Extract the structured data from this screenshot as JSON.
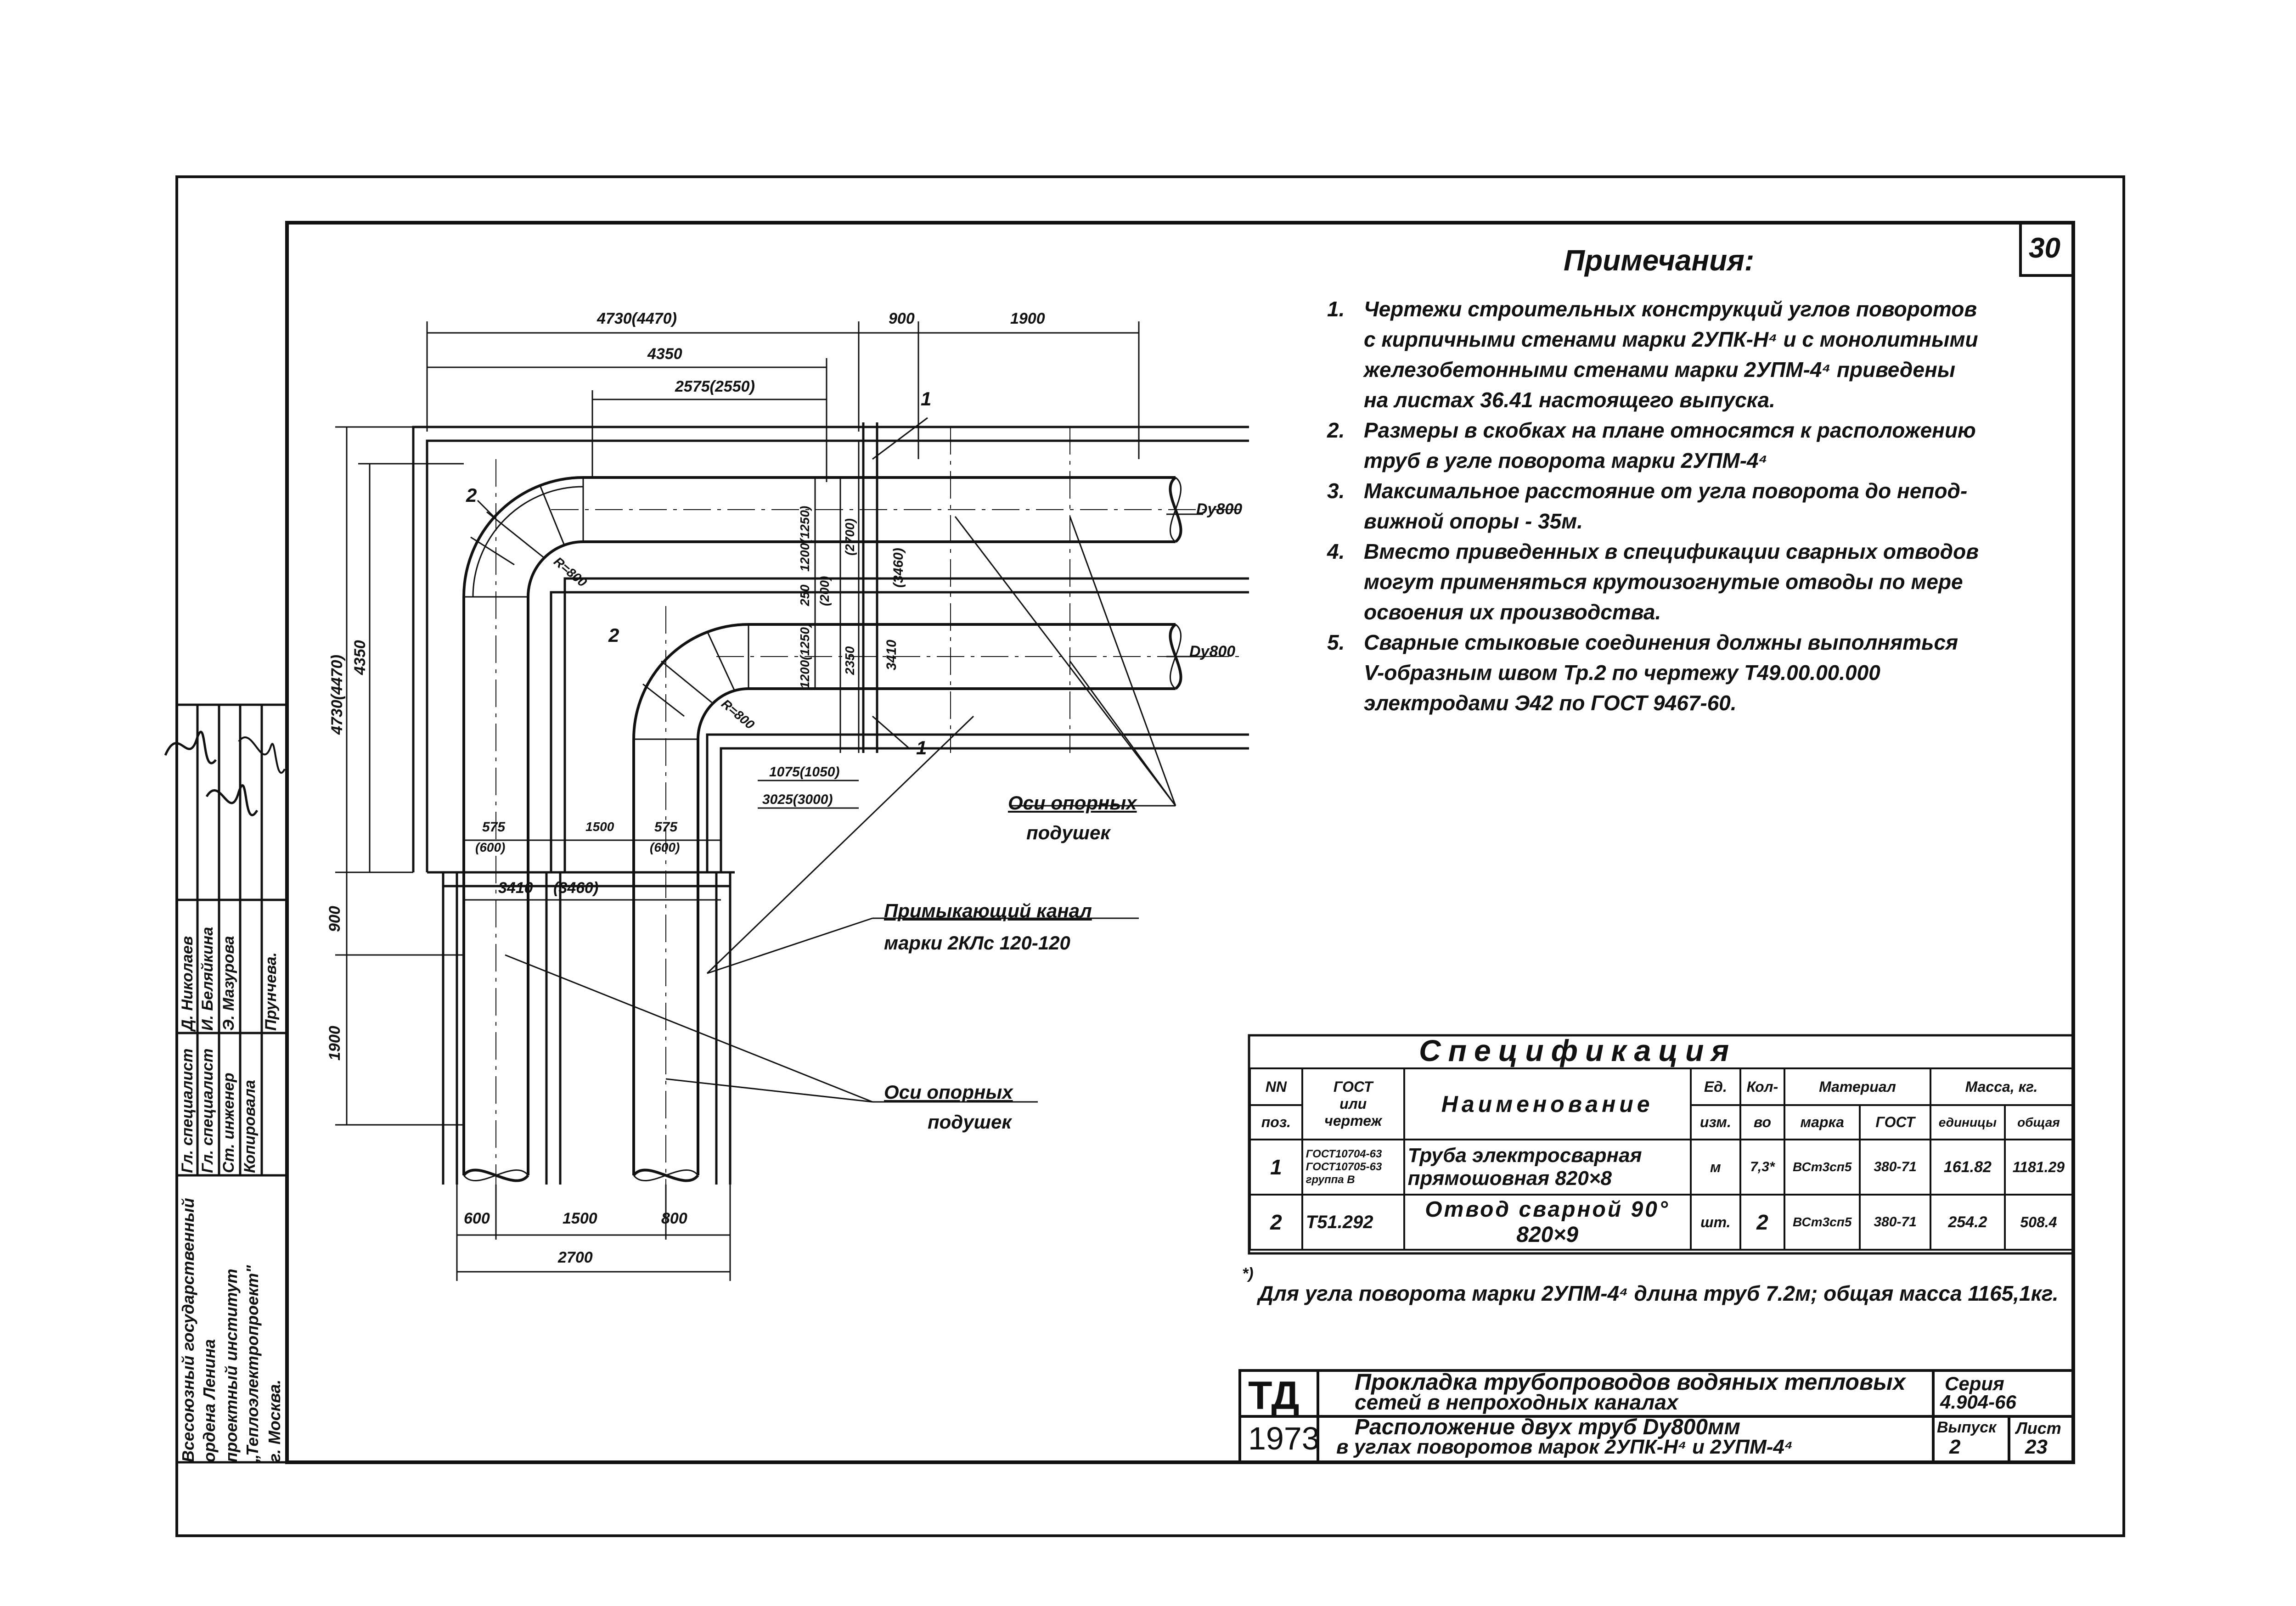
{
  "sheet_number": "30",
  "notes": {
    "title": "Примечания:",
    "items": [
      {
        "num": "1.",
        "lines": [
          "Чертежи строительных конструкций углов поворотов",
          "с кирпичными стенами марки 2УПК-Н⁴ и с монолитными",
          "железобетонными стенами марки 2УПМ-4⁴ приведены",
          "на листах 36.41 настоящего выпуска."
        ]
      },
      {
        "num": "2.",
        "lines": [
          "Размеры в скобках на плане относятся к расположению",
          "труб в угле поворота марки 2УПМ-4⁴"
        ]
      },
      {
        "num": "3.",
        "lines": [
          "Максимальное расстояние от угла поворота до непод-",
          "вижной опоры - 35м."
        ]
      },
      {
        "num": "4.",
        "lines": [
          "Вместо приведенных в спецификации сварных отводов",
          "могут применяться крутоизогнутые отводы по мере",
          "освоения их производства."
        ]
      },
      {
        "num": "5.",
        "lines": [
          "Сварные стыковые соединения должны выполняться",
          "V-образным швом Тр.2 по чертежу Т49.00.00.000",
          "электродами Э42 по ГОСТ 9467-60."
        ]
      }
    ]
  },
  "dimensions": {
    "top_4730": "4730(4470)",
    "top_900": "900",
    "top_1900": "1900",
    "top_4350": "4350",
    "top_2575": "2575(2550)",
    "side_4730": "4730(4470)",
    "side_4350": "4350",
    "r1200a": "1200(1250)",
    "r2700": "(2700)",
    "r250": "250",
    "r200": "(200)",
    "r1200b": "1200(1250)",
    "r2350": "2350",
    "r3410": "3410",
    "r3460": "(3460)",
    "d1075": "1075(1050)",
    "d3025": "3025(3000)",
    "b575a": "575",
    "b600a": "(600)",
    "b1500": "1500",
    "b575b": "575",
    "b600b": "(600)",
    "b3410": "3410",
    "b3460": "(3460)",
    "l900": "900",
    "l1900": "1900",
    "bot600": "600",
    "bot1500": "1500",
    "bot800": "800",
    "bot2700": "2700",
    "elbow_a": "R=800",
    "elbow_b": "R=800",
    "dy800_a": "Dy800",
    "dy800_b": "Dy800",
    "pos1_a": "1",
    "pos1_b": "1",
    "pos2_a": "2",
    "pos2_b": "2"
  },
  "callouts": {
    "axes_top_l1": "Оси опорных",
    "axes_top_l2": "подушек",
    "channel_l1": "Примыкающий канал",
    "channel_l2": "марки 2КЛс 120-120",
    "axes_bottom_l1": "Оси опорных",
    "axes_bottom_l2": "подушек"
  },
  "spec": {
    "title": "Спецификация",
    "headers": {
      "num1": "NN",
      "num2": "поз.",
      "gost1": "ГОСТ",
      "gost2": "или",
      "gost3": "чертеж",
      "name": "Наименование",
      "unit1": "Ед.",
      "unit2": "изм.",
      "qty1": "Кол-",
      "qty2": "во",
      "material": "Материал",
      "mat_grade": "марка",
      "mat_gost": "ГОСТ",
      "mass": "Масса, кг.",
      "mass_unit": "единицы",
      "mass_total": "общая"
    },
    "rows": [
      {
        "pos": "1",
        "gost": [
          "ГОСТ10704-63",
          "ГОСТ10705-63",
          "группа В"
        ],
        "name": [
          "Труба электросварная",
          "прямошовная 820×8"
        ],
        "unit": "м",
        "qty": "7,3*",
        "grade": "ВСт3сп5",
        "mgost": "380-71",
        "mass_unit": "161.82",
        "mass_total": "1181.29"
      },
      {
        "pos": "2",
        "gost": [
          "Т51.292"
        ],
        "name": [
          "Отвод сварной 90°",
          "820×9"
        ],
        "unit": "шт.",
        "qty": "2",
        "grade": "ВСт3сп5",
        "mgost": "380-71",
        "mass_unit": "254.2",
        "mass_total": "508.4"
      }
    ],
    "footnote_mark": "*)",
    "footnote": "Для угла поворота марки 2УПМ-4⁴ длина труб 7.2м; общая масса 1165,1кг."
  },
  "title_block": {
    "code": "ТД",
    "year": "1973",
    "title1_l1": "Прокладка трубопроводов водяных тепловых",
    "title1_l2": "сетей в непроходных каналах",
    "title2_l1": "Расположение двух труб Dy800мм",
    "title2_l2": "в углах поворотов марок 2УПК-Н⁴ и 2УПМ-4⁴",
    "series_label": "Серия",
    "series_value": "4.904-66",
    "issue_label": "Выпуск",
    "issue_value": "2",
    "sheet_label": "Лист",
    "sheet_value": "23"
  },
  "side_stamp": {
    "org": [
      "Всесоюзный государственный",
      "ордена Ленина",
      "проектный институт",
      "„Теплоэлектропроект\"",
      "г. Москва."
    ],
    "roles": [
      "Гл. специалист",
      "Гл. специалист",
      "Ст. инженер",
      "Копировала"
    ],
    "names": [
      "Д. Николаев",
      "И. Беляйкина",
      "Э. Мазурова",
      "Прунчева."
    ]
  }
}
